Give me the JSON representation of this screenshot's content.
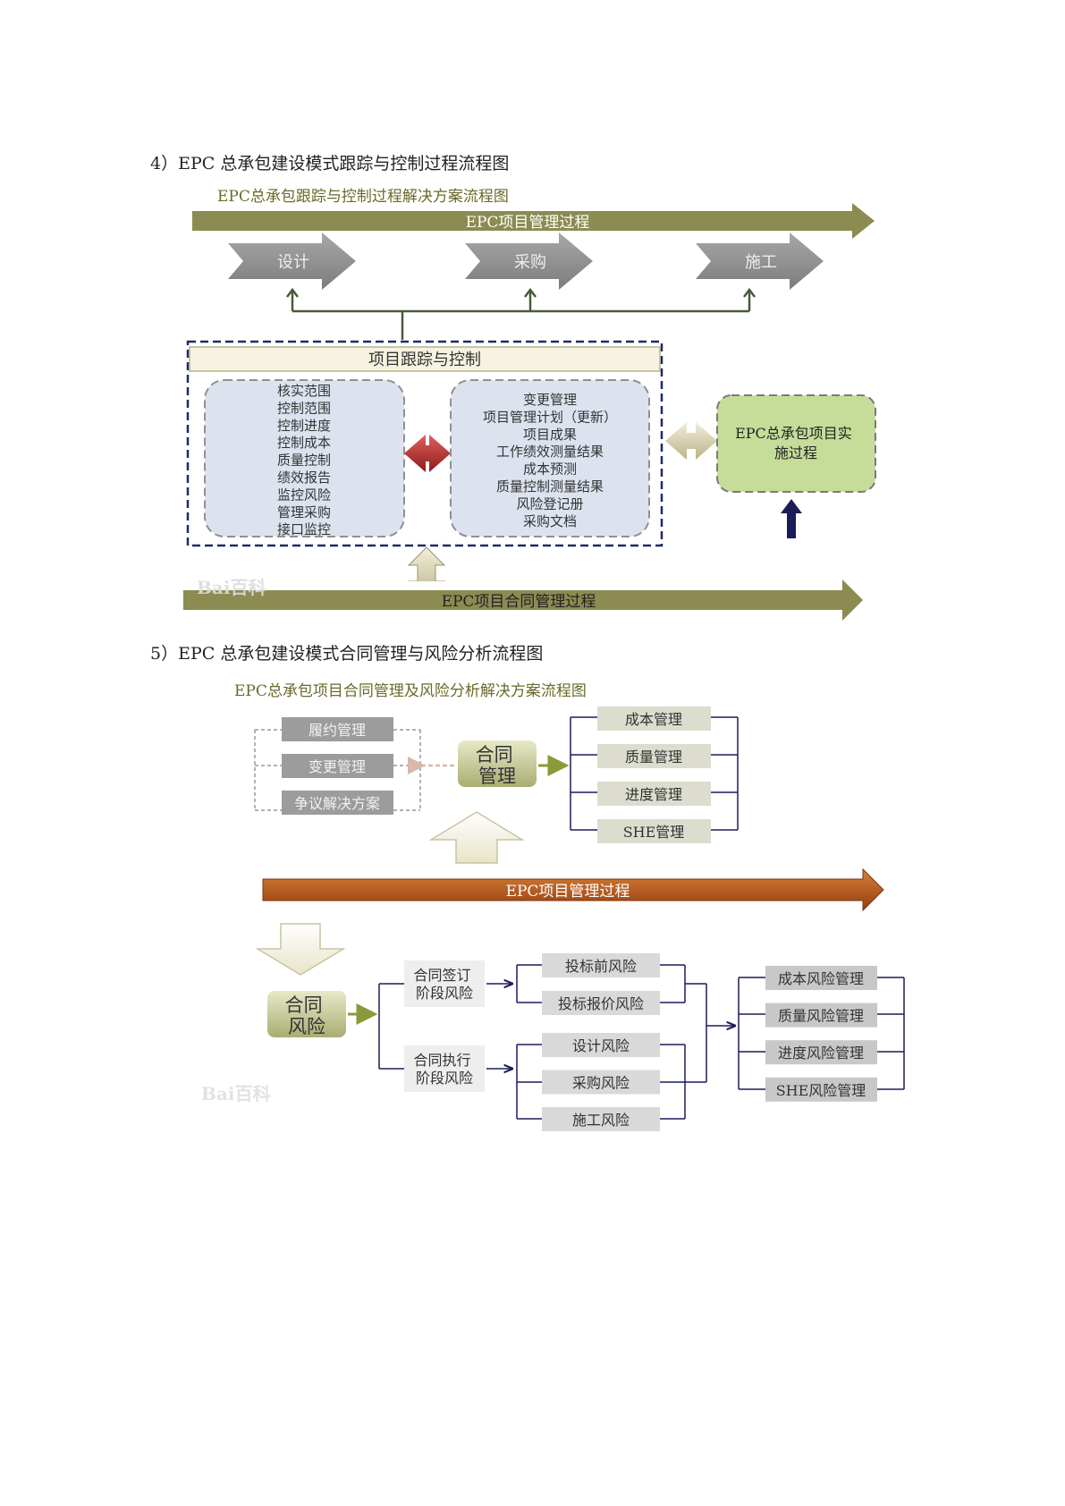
{
  "section4": {
    "heading": "4）EPC 总承包建设模式跟踪与控制过程流程图",
    "subtitle": "EPC总承包跟踪与控制过程解决方案流程图",
    "top_arrow_label": "EPC项目管理过程",
    "phases": [
      "设计",
      "采购",
      "施工"
    ],
    "tracking_title": "项目跟踪与控制",
    "left_items": [
      "核实范围",
      "控制范围",
      "控制进度",
      "控制成本",
      "质量控制",
      "绩效报告",
      "监控风险",
      "管理采购",
      "接口监控"
    ],
    "right_items": [
      "变更管理",
      "项目管理计划（更新）",
      "项目成果",
      "工作绩效测量结果",
      "成本预测",
      "质量控制测量结果",
      "风险登记册",
      "采购文档"
    ],
    "implementation": "EPC总承包项目实施过程",
    "bottom_arrow_label": "EPC项目合同管理过程",
    "watermark": "Bai百科"
  },
  "section5": {
    "heading": "5）EPC 总承包建设模式合同管理与风险分析流程图",
    "subtitle": "EPC总承包项目合同管理及风险分析解决方案流程图",
    "left_group": [
      "履约管理",
      "变更管理",
      "争议解决方案"
    ],
    "contract_mgmt": "合同管理",
    "right_group": [
      "成本管理",
      "质量管理",
      "进度管理",
      "SHE管理"
    ],
    "process_arrow_label": "EPC项目管理过程",
    "contract_risk": "合同风险",
    "signing_stage": "合同签订阶段风险",
    "signing_risks": [
      "投标前风险",
      "投标报价风险"
    ],
    "execution_stage": "合同执行阶段风险",
    "execution_risks": [
      "设计风险",
      "采购风险",
      "施工风险"
    ],
    "risk_mgmt": [
      "成本风险管理",
      "质量风险管理",
      "进度风险管理",
      "SHE风险管理"
    ],
    "watermark": "Bai百科"
  }
}
